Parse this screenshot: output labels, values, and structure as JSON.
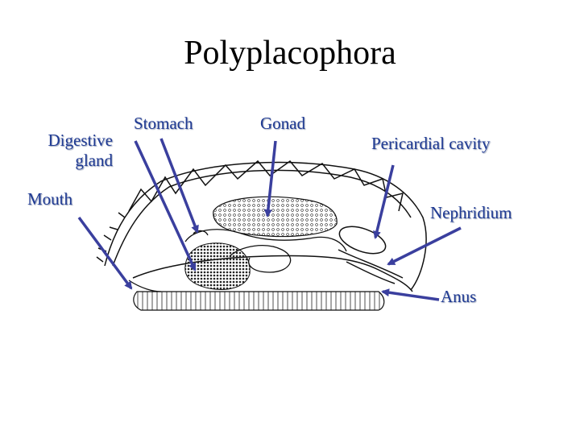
{
  "title": "Polyplacophora",
  "labels": {
    "digestive_gland": "Digestive gland",
    "mouth": "Mouth",
    "stomach": "Stomach",
    "gonad": "Gonad",
    "pericardial_cavity": "Pericardial cavity",
    "nephridium": "Nephridium",
    "anus": "Anus"
  },
  "colors": {
    "arrow": "#3a3f9e",
    "label": "#1f3a93",
    "ink": "#111111"
  }
}
